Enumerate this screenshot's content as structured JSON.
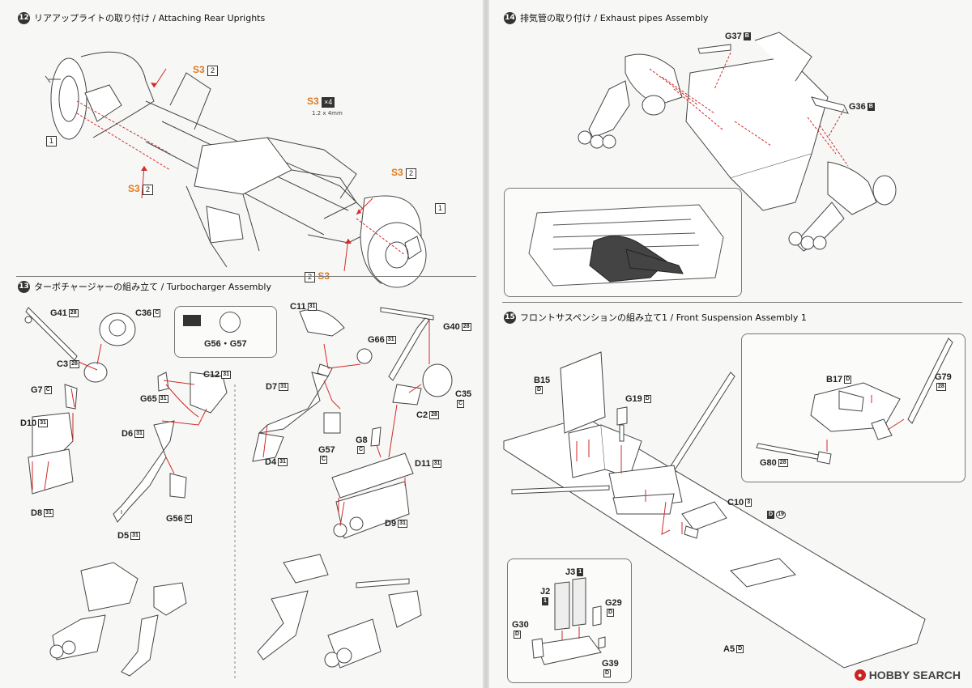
{
  "steps": {
    "s12": {
      "num": "12",
      "title": "リアアップライトの取り付け / Attaching Rear Uprights"
    },
    "s13": {
      "num": "13",
      "title": "ターボチャージャーの組み立て / Turbocharger Assembly"
    },
    "s14": {
      "num": "14",
      "title": "排気管の取り付け / Exhaust pipes Assembly"
    },
    "s15": {
      "num": "15",
      "title": "フロントサスペンションの組み立て1 / Front Suspension Assembly 1"
    }
  },
  "step12": {
    "screw": "S3",
    "qty2": "2",
    "qty4": "×4",
    "screw_size": "1.2 x 4mm",
    "item1": "1"
  },
  "step13": {
    "parts": {
      "G41": {
        "name": "G41",
        "code": "28"
      },
      "C36": {
        "name": "C36",
        "code": "C"
      },
      "G56G57": {
        "name": "G56・G57"
      },
      "C11": {
        "name": "C11",
        "code": "31"
      },
      "G40": {
        "name": "G40",
        "code": "28"
      },
      "C3": {
        "name": "C3",
        "code": "28"
      },
      "G66": {
        "name": "G66",
        "code": "31"
      },
      "C12": {
        "name": "C12",
        "code": "31"
      },
      "G7": {
        "name": "G7",
        "code": "C"
      },
      "G65": {
        "name": "G65",
        "code": "31"
      },
      "D7": {
        "name": "D7",
        "code": "31"
      },
      "C35": {
        "name": "C35",
        "code": "C"
      },
      "D10": {
        "name": "D10",
        "code": "31"
      },
      "D6": {
        "name": "D6",
        "code": "31"
      },
      "C2": {
        "name": "C2",
        "code": "28"
      },
      "G8": {
        "name": "G8",
        "code": "C"
      },
      "D11": {
        "name": "D11",
        "code": "31"
      },
      "D4": {
        "name": "D4",
        "code": "31"
      },
      "G57": {
        "name": "G57",
        "code": "C"
      },
      "D8": {
        "name": "D8",
        "code": "31"
      },
      "G56": {
        "name": "G56",
        "code": "C"
      },
      "D9": {
        "name": "D9",
        "code": "31"
      },
      "D5": {
        "name": "D5",
        "code": "31"
      }
    }
  },
  "step14": {
    "G37": {
      "name": "G37",
      "code": "B"
    },
    "G36": {
      "name": "G36",
      "code": "B"
    }
  },
  "step15": {
    "B15": {
      "name": "B15",
      "code": "D"
    },
    "G19": {
      "name": "G19",
      "code": "D"
    },
    "B17": {
      "name": "B17",
      "code": "D"
    },
    "G79": {
      "name": "G79",
      "code": "28"
    },
    "G80": {
      "name": "G80",
      "code": "28"
    },
    "C10": {
      "name": "C10",
      "code": "3"
    },
    "decal": {
      "code": "D",
      "num": "19"
    },
    "J3": {
      "name": "J3",
      "code": "1"
    },
    "J2": {
      "name": "J2",
      "code": "1"
    },
    "G29": {
      "name": "G29",
      "code": "D"
    },
    "G30": {
      "name": "G30",
      "code": "D"
    },
    "G39": {
      "name": "G39",
      "code": "D"
    },
    "A5": {
      "name": "A5",
      "code": "D"
    }
  },
  "watermark": {
    "text": "HOBBY SEARCH"
  },
  "colors": {
    "accent_red": "#d32a2a",
    "screw_orange": "#e07a1f",
    "line": "#333333"
  }
}
